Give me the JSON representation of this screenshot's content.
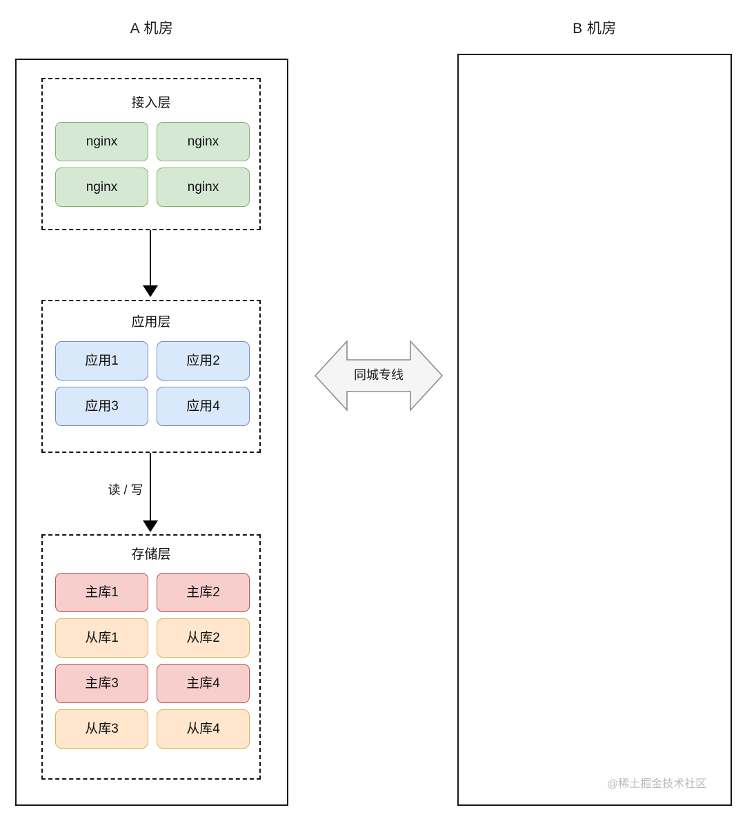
{
  "datacenters": [
    {
      "id": "a",
      "title": "A 机房",
      "layers": [
        {
          "id": "access",
          "title": "接入层",
          "style": "green",
          "nodes": [
            "nginx",
            "nginx",
            "nginx",
            "nginx"
          ]
        },
        {
          "id": "app",
          "title": "应用层",
          "style": "blue",
          "nodes": [
            "应用1",
            "应用2",
            "应用3",
            "应用4"
          ]
        },
        {
          "id": "storage",
          "title": "存储层",
          "nodes": [
            {
              "label": "主库1",
              "style": "red"
            },
            {
              "label": "主库2",
              "style": "red"
            },
            {
              "label": "从库1",
              "style": "orange"
            },
            {
              "label": "从库2",
              "style": "orange"
            },
            {
              "label": "主库3",
              "style": "red"
            },
            {
              "label": "主库4",
              "style": "red"
            },
            {
              "label": "从库3",
              "style": "orange"
            },
            {
              "label": "从库4",
              "style": "orange"
            }
          ]
        }
      ]
    },
    {
      "id": "b",
      "title": "B 机房",
      "layers": []
    }
  ],
  "connectors": {
    "access_to_app_label": "",
    "app_to_storage_label": "读 / 写"
  },
  "link": {
    "label": "同城专线",
    "direction": "bidirectional"
  },
  "watermark": "@稀土掘金技术社区",
  "colors": {
    "green_fill": "#d5e8d4",
    "green_border": "#82b366",
    "blue_fill": "#dae8fc",
    "blue_border": "#6c8ebf",
    "red_fill": "#f8cecc",
    "red_border": "#b85450",
    "orange_fill": "#ffe6cc",
    "orange_border": "#d6b656",
    "link_fill": "#f5f5f5",
    "link_border": "#8c8c8c",
    "panel_border": "#161616",
    "watermark_color": "#b9b9b9"
  }
}
